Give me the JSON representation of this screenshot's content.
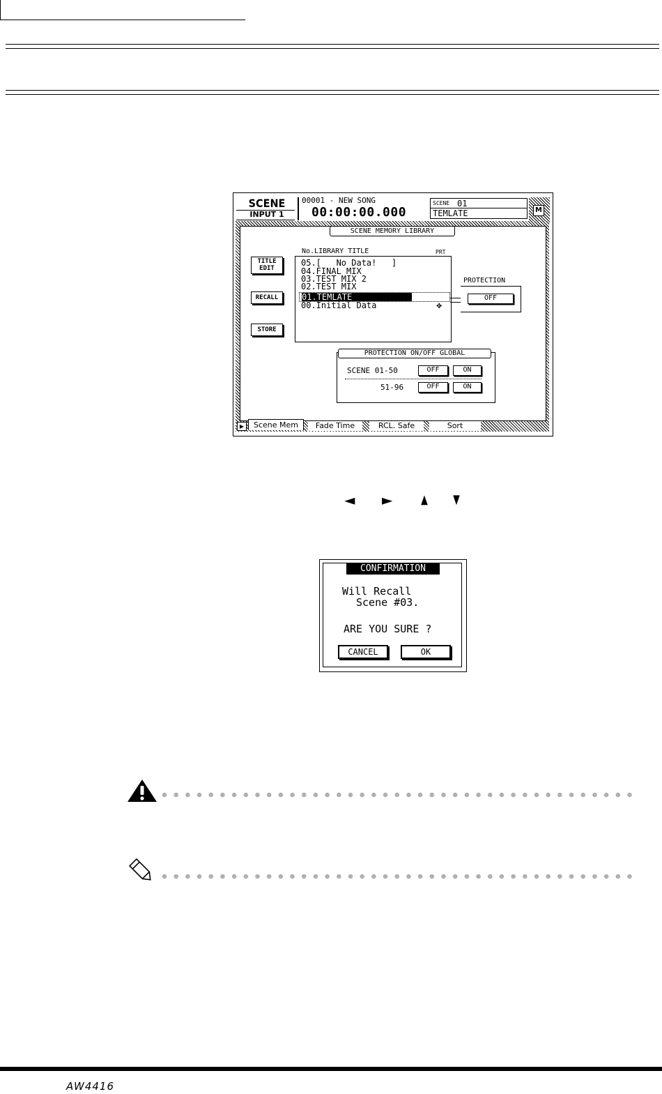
{
  "lcd": {
    "screen_name": "SCENE",
    "channel": "INPUT 1",
    "song": "00001 - NEW SONG",
    "time": "00:00:00.000",
    "scene_label": "SCENE",
    "scene_number": "01",
    "scene_title": "TEMLATE",
    "mode_indicator": "M",
    "panel_title": "SCENE MEMORY LIBRARY",
    "list_header_title": "No.LIBRARY TITLE",
    "list_header_prt": "PRT",
    "buttons": {
      "title_edit": "TITLE EDIT",
      "recall": "RECALL",
      "store": "STORE"
    },
    "library_items": [
      "05.[   No Data!   ]",
      "04.FINAL MIX",
      "03.TEST MIX 2",
      "02.TEST MIX",
      "01.TEMLATE",
      "00.Initial Data"
    ],
    "protection": {
      "label": "PROTECTION",
      "value": "OFF"
    },
    "global": {
      "title": "PROTECTION ON/OFF GLOBAL",
      "row1_label": "SCENE 01-50",
      "row2_label": "51-96",
      "off": "OFF",
      "on": "ON"
    },
    "tabs": [
      "Scene Mem",
      "Fade Time",
      "RCL. Safe",
      "Sort"
    ]
  },
  "arrow_glyphs": [
    "◄",
    "►",
    "▲",
    "▼"
  ],
  "confirmation": {
    "title": "CONFIRMATION",
    "line1": "Will Recall",
    "line2": "Scene #03.",
    "question": "ARE YOU SURE ?",
    "cancel": "CANCEL",
    "ok": "OK"
  },
  "icons": {
    "warning": "warning-icon",
    "note": "pencil-note-icon",
    "play": "play-icon"
  },
  "footer": {
    "logo_text": "AW4416"
  }
}
